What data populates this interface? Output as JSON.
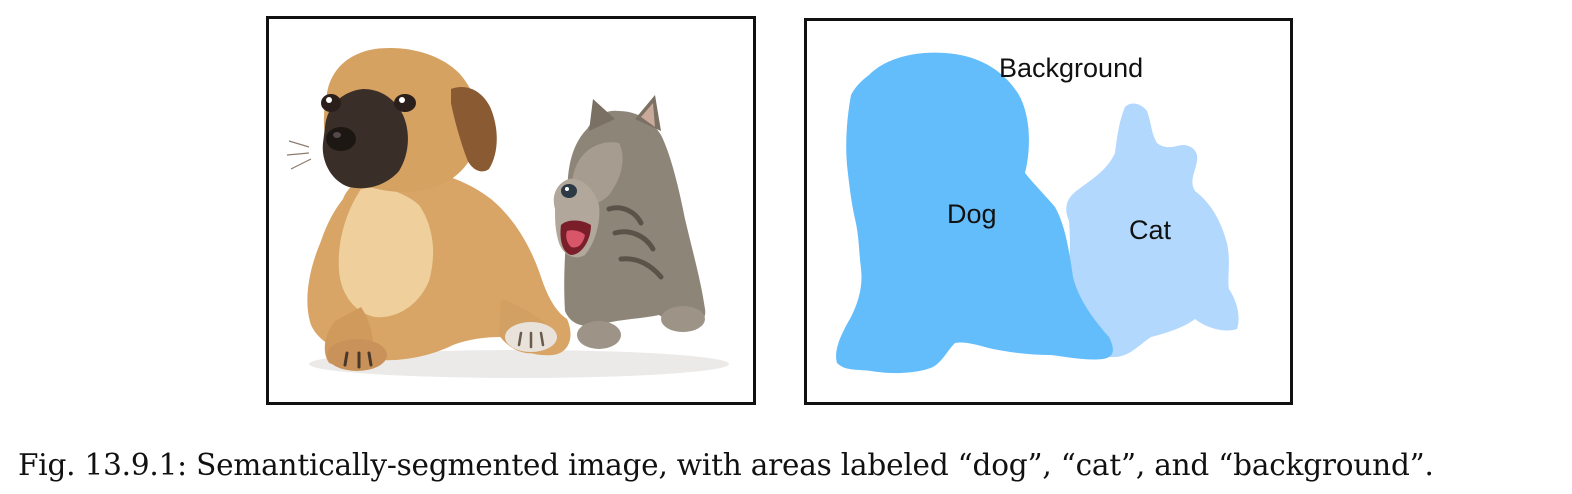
{
  "figure": {
    "segmentation": {
      "labels": {
        "background": "Background",
        "dog": "Dog",
        "cat": "Cat"
      },
      "colors": {
        "dog": "#64bdfb",
        "cat": "#b3d8fd"
      }
    },
    "caption": "Fig. 13.9.1: Semantically-segmented image, with areas labeled “dog”, “cat”, and “background”."
  }
}
